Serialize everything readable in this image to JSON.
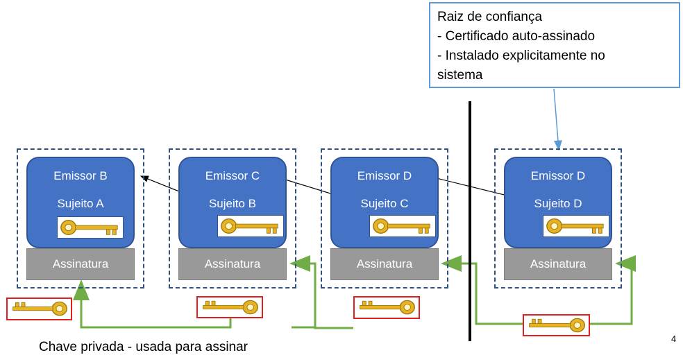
{
  "root_note": {
    "title": "Raiz de confiança",
    "line1": "- Certificado auto-assinado",
    "line2": "- Instalado explicitamente no",
    "line3": "sistema"
  },
  "certificates": [
    {
      "issuer": "Emissor B",
      "subject": "Sujeito A",
      "signature": "Assinatura"
    },
    {
      "issuer": "Emissor C",
      "subject": "Sujeito B",
      "signature": "Assinatura"
    },
    {
      "issuer": "Emissor D",
      "subject": "Sujeito C",
      "signature": "Assinatura"
    },
    {
      "issuer": "Emissor D",
      "subject": "Sujeito D",
      "signature": "Assinatura"
    }
  ],
  "caption": "Chave privada - usada para assinar",
  "page_number": "4",
  "colors": {
    "cert_fill": "#4472c4",
    "signature_fill": "#999999",
    "signing_link": "#70ad47",
    "private_key_border": "#e02020",
    "note_border": "#5b9bd5",
    "group_border": "#2f4f7f"
  },
  "icons": {
    "public_key": "golden-key-icon",
    "private_key": "golden-key-icon"
  }
}
